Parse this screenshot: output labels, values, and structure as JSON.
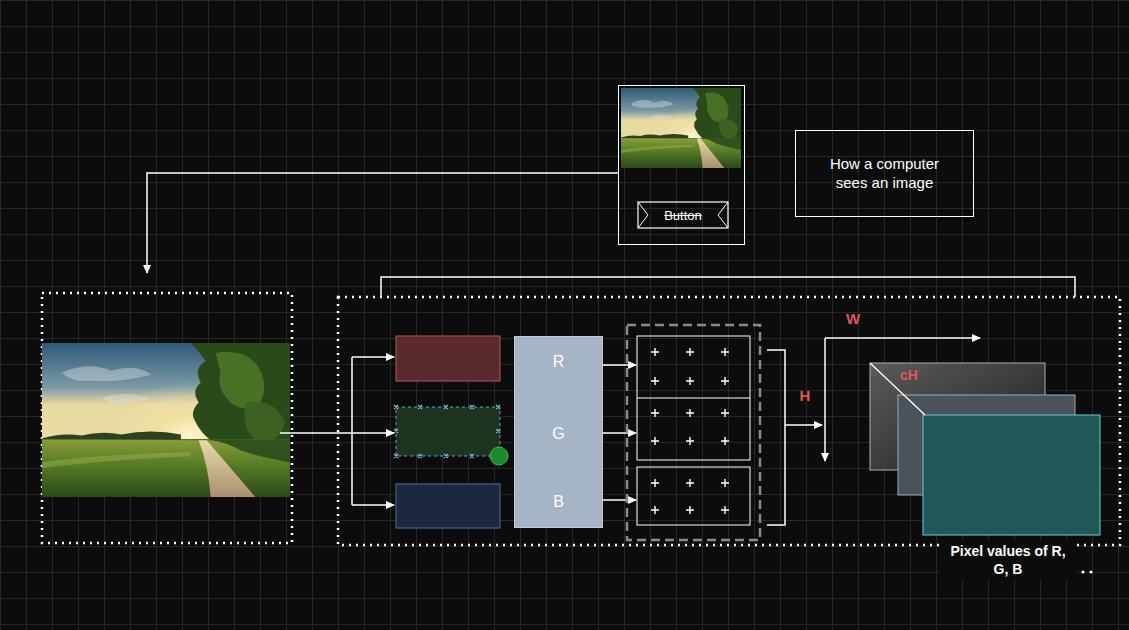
{
  "diagram": {
    "nodes": [
      {
        "text": [
          "Button"
        ]
      },
      {
        "text": [
          "How a computer sees an image"
        ]
      },
      {
        "text": [
          "R",
          "G",
          "B"
        ]
      }
    ],
    "labels": [
      "W",
      "H",
      "cH",
      "Pixel values of R, G, B"
    ]
  }
}
